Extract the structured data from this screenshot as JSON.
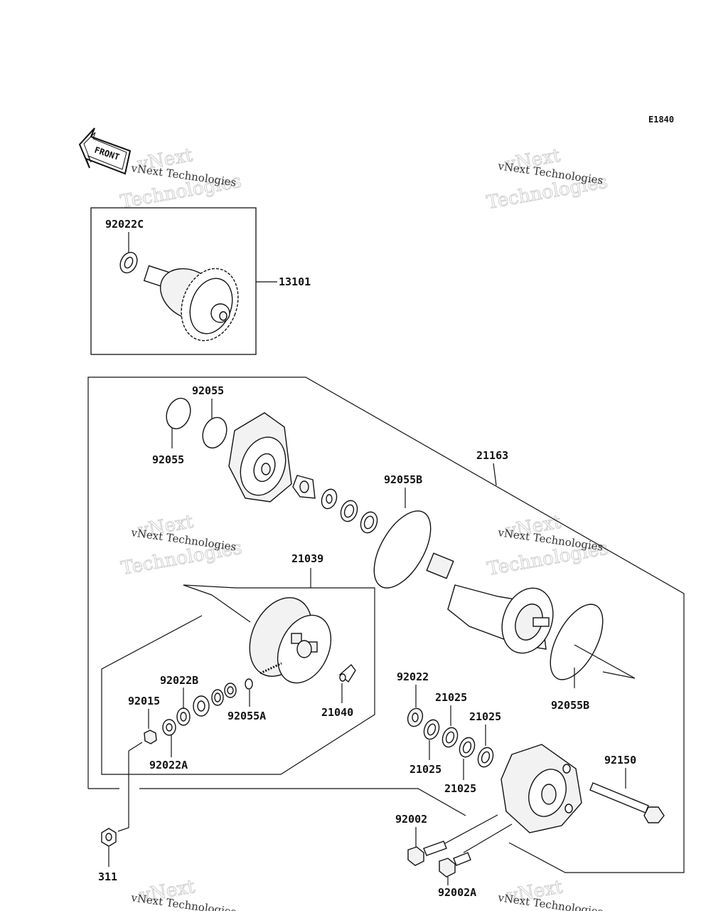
{
  "diagram": {
    "code": "E1840",
    "front_label": "FRONT",
    "watermark": {
      "line1": "vNext",
      "line2": "Technologies",
      "small": "vNext Technologies"
    },
    "labels": {
      "p92022C": "92022C",
      "p13101": "13101",
      "p92055_top": "92055",
      "p92055_left": "92055",
      "p21163": "21163",
      "p92055B_top": "92055B",
      "p21039": "21039",
      "p92022B": "92022B",
      "p92015": "92015",
      "p92055A": "92055A",
      "p21040": "21040",
      "p92022A": "92022A",
      "p92022": "92022",
      "p21025_a": "21025",
      "p21025_b": "21025",
      "p21025_c": "21025",
      "p21025_d": "21025",
      "p92055B_right": "92055B",
      "p92150": "92150",
      "p92002": "92002",
      "p92002A": "92002A",
      "p311": "311"
    }
  }
}
